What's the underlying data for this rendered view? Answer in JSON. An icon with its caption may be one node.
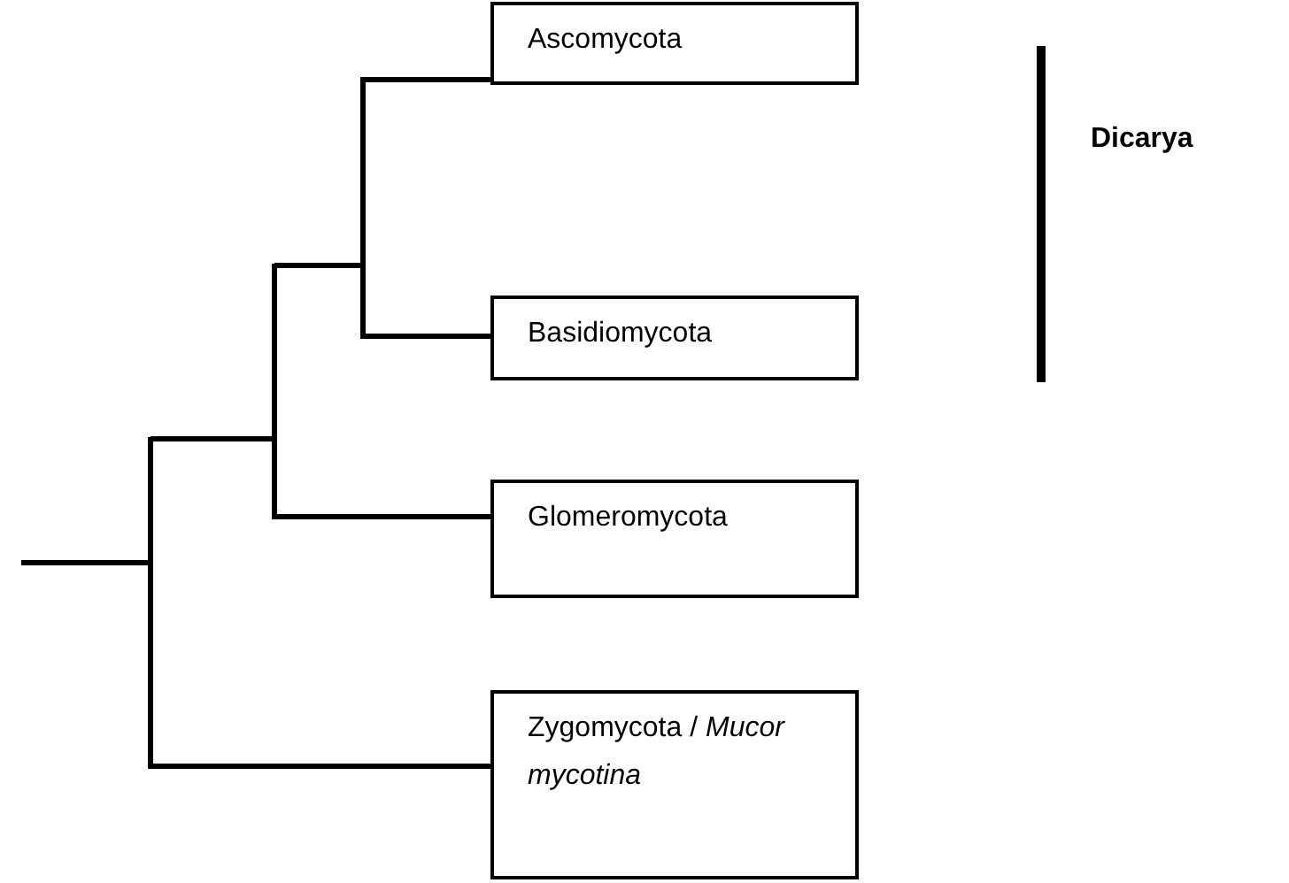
{
  "diagram": {
    "nodes": [
      {
        "text": [
          "Ascomycota"
        ]
      },
      {
        "text": [
          "Basidiomycota"
        ]
      },
      {
        "text": [
          "Glomeromycota"
        ]
      },
      {
        "text": [
          "Zygomycota / *Mucor mycotina*"
        ]
      }
    ],
    "edges": [
      {
        "from": null,
        "to": 0,
        "arrow": "none"
      },
      {
        "from": null,
        "to": 1,
        "arrow": "none"
      },
      {
        "from": null,
        "to": 2,
        "arrow": "none"
      },
      {
        "from": null,
        "to": 3,
        "arrow": "none"
      }
    ],
    "labels": [
      "Dicarya"
    ]
  }
}
